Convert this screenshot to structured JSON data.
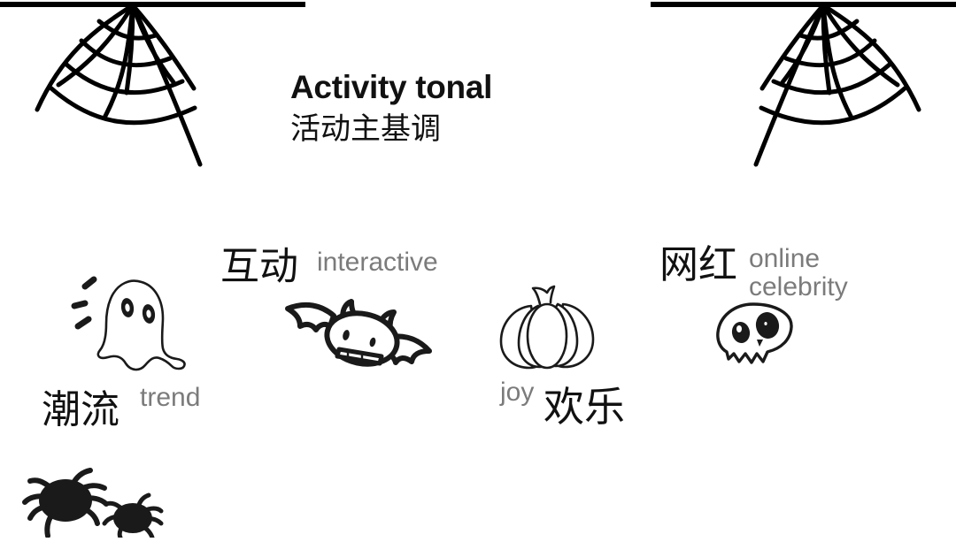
{
  "page": {
    "background_color": "#ffffff",
    "text_color_primary": "#111111",
    "text_color_secondary": "#7b7b7b"
  },
  "header": {
    "title_en": "Activity tonal",
    "title_zh": "活动主基调"
  },
  "items": [
    {
      "id": "trend",
      "icon": "ghost-icon",
      "label_zh": "潮流",
      "label_en": "trend"
    },
    {
      "id": "interactive",
      "icon": "bat-icon",
      "label_zh": "互动",
      "label_en": "interactive"
    },
    {
      "id": "joy",
      "icon": "pumpkin-icon",
      "label_zh": "欢乐",
      "label_en": "joy"
    },
    {
      "id": "online-celebrity",
      "icon": "skull-icon",
      "label_zh": "网红",
      "label_en": "online celebrity"
    }
  ],
  "decorations": [
    {
      "id": "web-left",
      "icon": "spider-web-icon"
    },
    {
      "id": "web-right",
      "icon": "spider-web-icon"
    },
    {
      "id": "spiders",
      "icon": "spider-icon"
    }
  ]
}
